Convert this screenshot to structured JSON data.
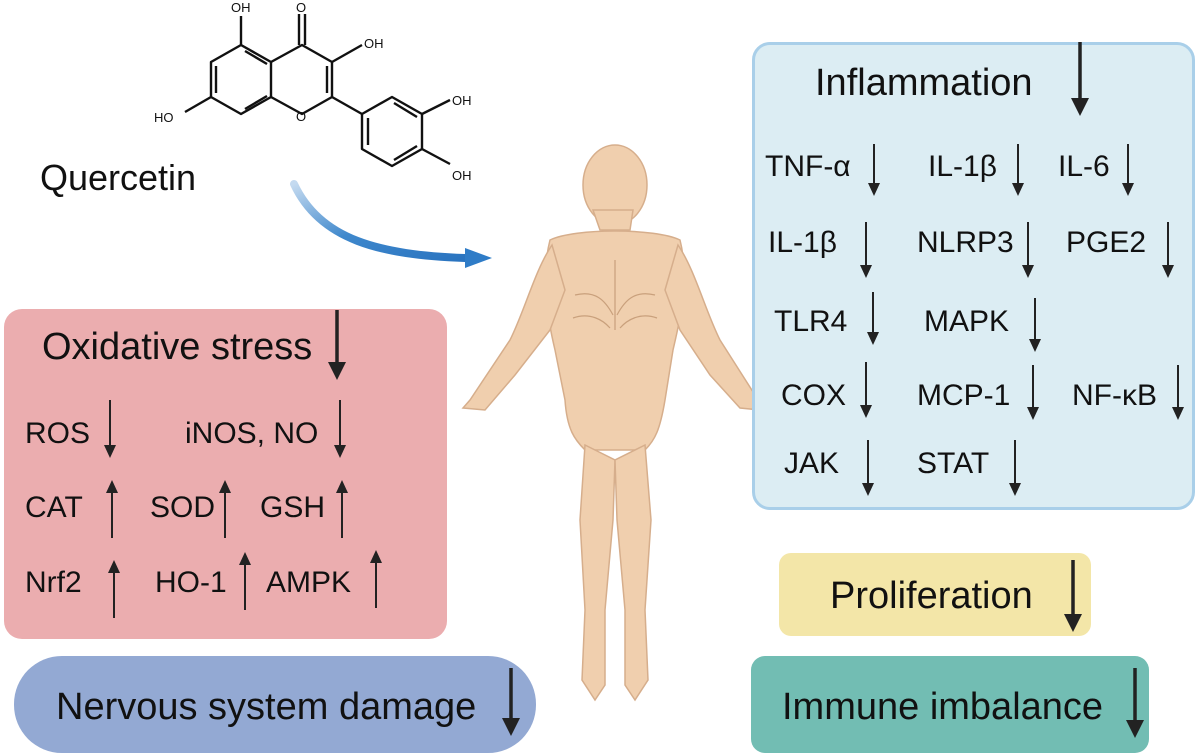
{
  "compound": {
    "name": "Quercetin",
    "structure_labels": [
      "OH",
      "O",
      "OH",
      "OH",
      "HO",
      "O",
      "OH"
    ]
  },
  "inflammation": {
    "title": "Inflammation",
    "title_direction": "down",
    "color": "#dcedf3",
    "border": "#a9cfe9",
    "markers": [
      {
        "label": "TNF-α",
        "direction": "down"
      },
      {
        "label": "IL-1β",
        "direction": "down"
      },
      {
        "label": "IL-6",
        "direction": "down"
      },
      {
        "label": "IL-1β",
        "direction": "down"
      },
      {
        "label": "NLRP3",
        "direction": "down"
      },
      {
        "label": "PGE2",
        "direction": "down"
      },
      {
        "label": "TLR4",
        "direction": "down"
      },
      {
        "label": "MAPK",
        "direction": "down"
      },
      {
        "label": "COX",
        "direction": "down"
      },
      {
        "label": "MCP-1",
        "direction": "down"
      },
      {
        "label": "NF-κB",
        "direction": "down"
      },
      {
        "label": "JAK",
        "direction": "down"
      },
      {
        "label": "STAT",
        "direction": "down"
      }
    ]
  },
  "oxidative": {
    "title": "Oxidative stress",
    "title_direction": "down",
    "color": "#ebadaf",
    "markers": [
      {
        "label": "ROS",
        "direction": "down"
      },
      {
        "label": "iNOS, NO",
        "direction": "down"
      },
      {
        "label": "CAT",
        "direction": "up"
      },
      {
        "label": "SOD",
        "direction": "up"
      },
      {
        "label": "GSH",
        "direction": "up"
      },
      {
        "label": "Nrf2",
        "direction": "up"
      },
      {
        "label": "HO-1",
        "direction": "up"
      },
      {
        "label": "AMPK",
        "direction": "up"
      }
    ]
  },
  "nervous": {
    "title": "Nervous system damage",
    "direction": "down",
    "color": "#93a9d3"
  },
  "proliferation": {
    "title": "Proliferation",
    "direction": "down",
    "color": "#f3e6a8"
  },
  "immune": {
    "title": "Immune imbalance",
    "direction": "down",
    "color": "#72bdb3"
  },
  "arrow_color": "#2f7cc7",
  "skin_color": "#f0cfae"
}
